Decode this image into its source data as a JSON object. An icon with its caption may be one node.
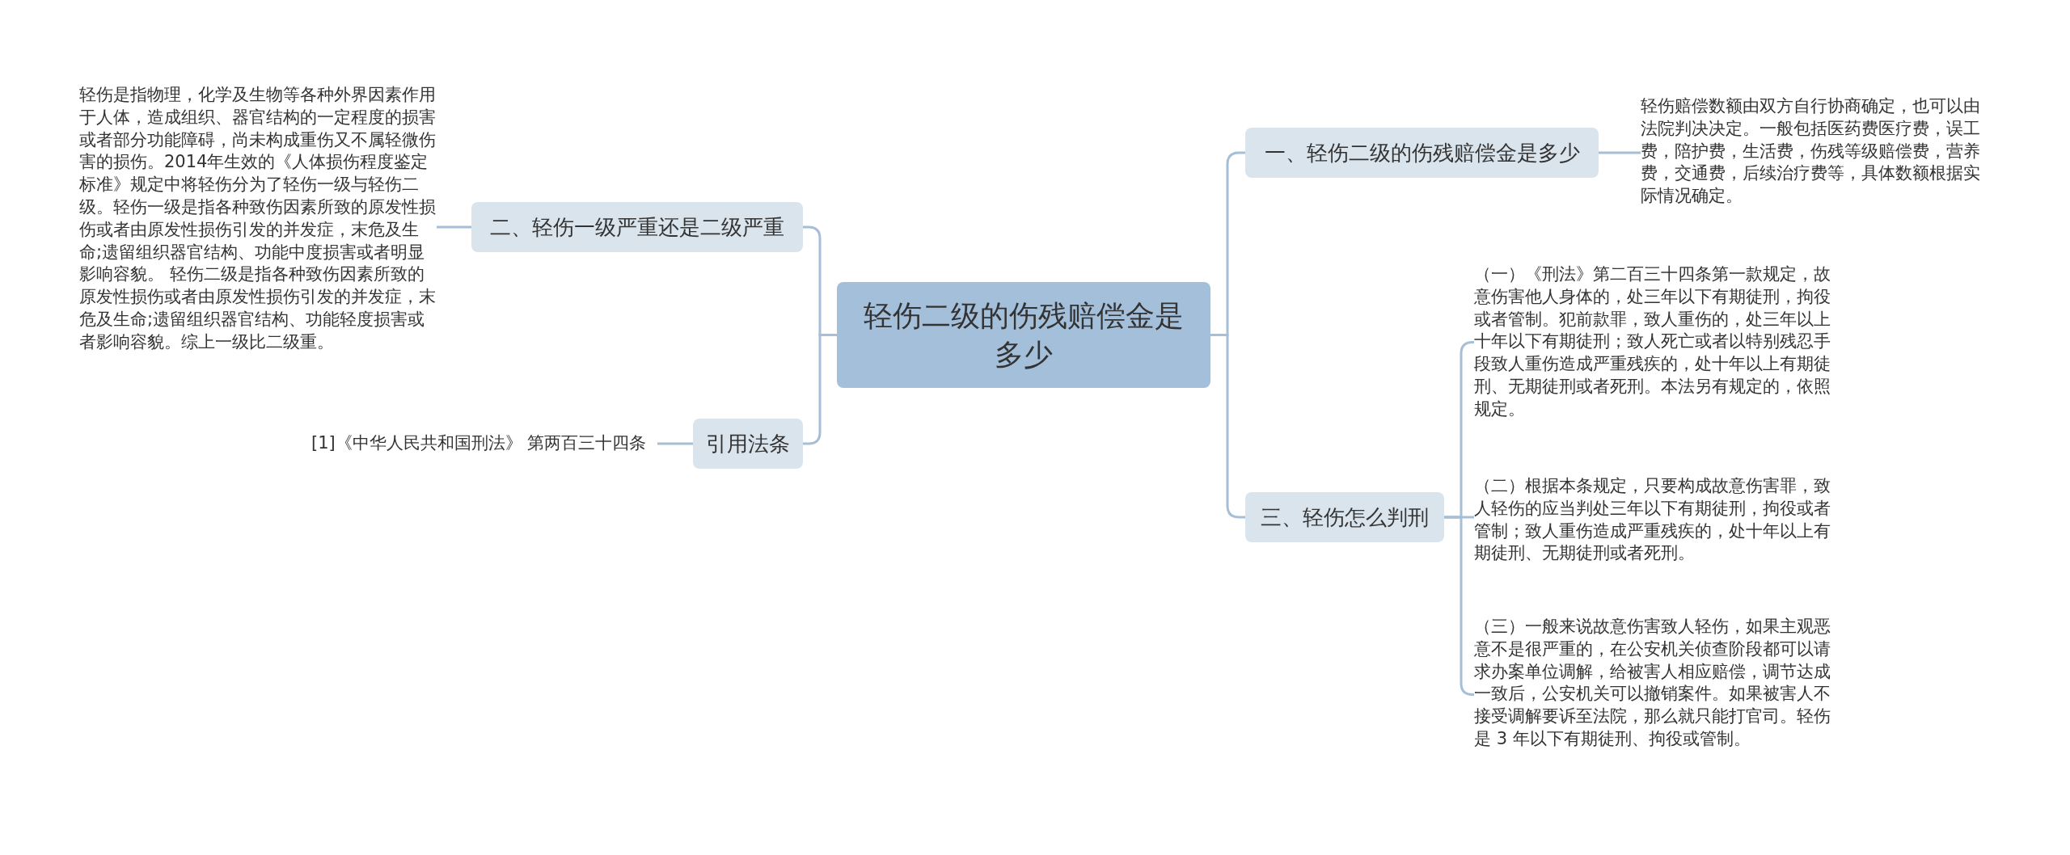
{
  "diagram": {
    "nodes": [
      {
        "text": [
          "轻伤二级的伤残赔偿金是多少"
        ]
      },
      {
        "text": [
          "一、轻伤二级的伤残赔偿金是多少"
        ]
      },
      {
        "text": [
          "轻伤赔偿数额由双方自行协商确定，也可以由法院判决决定。一般包括医药费医疗费，误工费，陪护费，生活费，伤残等级赔偿费，营养费，交通费，后续治疗费等，具体数额根据实际情况确定。"
        ]
      },
      {
        "text": [
          "二、轻伤一级严重还是二级严重"
        ]
      },
      {
        "text": [
          "轻伤是指物理，化学及生物等各种外界因素作用于人体，造成组织、器官结构的一定程度的损害或者部分功能障碍，尚未构成重伤又不属轻微伤害的损伤。2014年生效的《人体损伤程度鉴定标准》规定中将轻伤分为了轻伤一级与轻伤二级。轻伤一级是指各种致伤因素所致的原发性损伤或者由原发性损伤引发的并发症，末危及生命;遗留组织器官结构、功能中度损害或者明显影响容貌。 轻伤二级是指各种致伤因素所致的原发性损伤或者由原发性损伤引发的并发症，末危及生命;遗留组织器官结构、功能轻度损害或者影响容貌。综上一级比二级重。"
        ]
      },
      {
        "text": [
          "引用法条"
        ]
      },
      {
        "text": [
          "[1]《中华人民共和国刑法》 第两百三十四条"
        ]
      },
      {
        "text": [
          "三、轻伤怎么判刑"
        ]
      },
      {
        "text": [
          "（一）《刑法》第二百三十四条第一款规定，故意伤害他人身体的，处三年以下有期徒刑，拘役或者管制。犯前款罪，致人重伤的，处三年以上十年以下有期徒刑；致人死亡或者以特别残忍手段致人重伤造成严重残疾的，处十年以上有期徒刑、无期徒刑或者死刑。本法另有规定的，依照规定。"
        ]
      },
      {
        "text": [
          "（二）根据本条规定，只要构成故意伤害罪，致人轻伤的应当判处三年以下有期徒刑，拘役或者管制；致人重伤造成严重残疾的，处十年以上有期徒刑、无期徒刑或者死刑。"
        ]
      },
      {
        "text": [
          "（三）一般来说故意伤害致人轻伤，如果主观恶意不是很严重的，在公安机关侦查阶段都可以请求办案单位调解，给被害人相应赔偿，调节达成一致后，公安机关可以撤销案件。如果被害人不接受调解要诉至法院，那么就只能打官司。轻伤是 3 年以下有期徒刑、拘役或管制。"
        ]
      }
    ],
    "edges": [
      {
        "from": 0,
        "to": 1,
        "arrow": "none"
      },
      {
        "from": 1,
        "to": 2,
        "arrow": "none"
      },
      {
        "from": 0,
        "to": 3,
        "arrow": "none"
      },
      {
        "from": 3,
        "to": 4,
        "arrow": "none"
      },
      {
        "from": 0,
        "to": 5,
        "arrow": "none"
      },
      {
        "from": 5,
        "to": 6,
        "arrow": "none"
      },
      {
        "from": 0,
        "to": 7,
        "arrow": "none"
      },
      {
        "from": 7,
        "to": 8,
        "arrow": "none"
      },
      {
        "from": 7,
        "to": 9,
        "arrow": "none"
      },
      {
        "from": 7,
        "to": 10,
        "arrow": "none"
      }
    ]
  }
}
